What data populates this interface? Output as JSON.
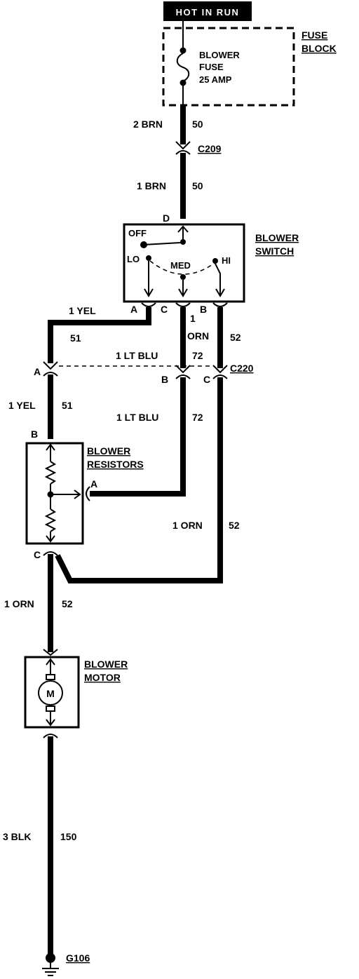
{
  "power": {
    "label": "HOT IN RUN"
  },
  "fuse_block": {
    "title_line1": "FUSE",
    "title_line2": "BLOCK",
    "fuse_line1": "BLOWER",
    "fuse_line2": "FUSE",
    "fuse_rating": "25 AMP"
  },
  "wires": {
    "w_fuse": {
      "gauge_color": "2 BRN",
      "circuit": "50"
    },
    "w_switch_in": {
      "gauge_color": "1 BRN",
      "circuit": "50"
    },
    "w_yel_top": {
      "gauge_color": "1 YEL",
      "circuit": "51"
    },
    "w_orn_top_gauge": "1",
    "w_orn_top_color": "ORN",
    "w_orn_top_circuit": "52",
    "w_ltblu_top": {
      "gauge_color": "1 LT BLU",
      "circuit": "72"
    },
    "w_yel_bottom": {
      "gauge_color": "1 YEL",
      "circuit": "51"
    },
    "w_ltblu_bottom": {
      "gauge_color": "1 LT BLU",
      "circuit": "72"
    },
    "w_orn_right": {
      "gauge_color": "1 ORN",
      "circuit": "52"
    },
    "w_orn_motor": {
      "gauge_color": "1 ORN",
      "circuit": "52"
    },
    "w_blk": {
      "gauge_color": "3 BLK",
      "circuit": "150"
    }
  },
  "connectors": {
    "c209": "C209",
    "c220": "C220",
    "g106": "G106"
  },
  "switch": {
    "title_line1": "BLOWER",
    "title_line2": "SWITCH",
    "pin_d": "D",
    "pin_a": "A",
    "pin_c": "C",
    "pin_b": "B",
    "pos_off": "OFF",
    "pos_lo": "LO",
    "pos_med": "MED",
    "pos_hi": "HI"
  },
  "c220_pins": {
    "a": "A",
    "b": "B",
    "c": "C"
  },
  "resistors": {
    "title_line1": "BLOWER",
    "title_line2": "RESISTORS",
    "pin_b": "B",
    "pin_a": "A",
    "pin_c": "C"
  },
  "motor": {
    "title_line1": "BLOWER",
    "title_line2": "MOTOR",
    "symbol": "M"
  }
}
